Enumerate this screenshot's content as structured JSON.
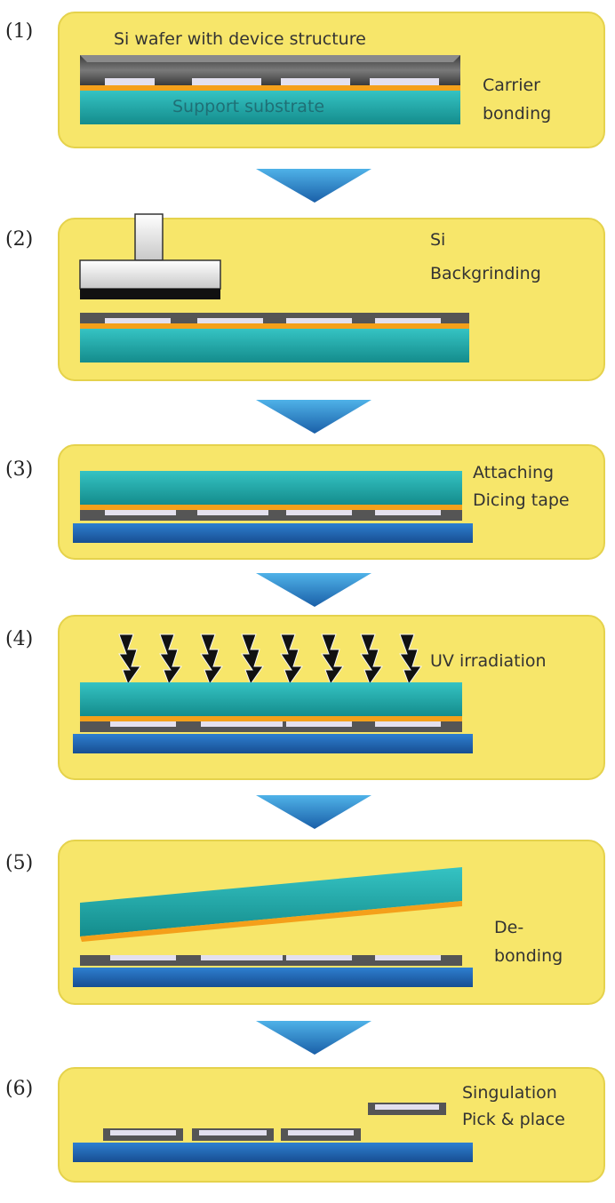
{
  "steps": [
    {
      "number": "(1)",
      "label_lines": [
        "Carrier",
        "bonding"
      ],
      "inner_labels": {
        "wafer": "Si wafer with device structure",
        "substrate": "Support substrate"
      }
    },
    {
      "number": "(2)",
      "label_lines": [
        "Si",
        "Backgrinding"
      ]
    },
    {
      "number": "(3)",
      "label_lines": [
        "Attaching",
        "Dicing tape"
      ]
    },
    {
      "number": "(4)",
      "label_lines": [
        "UV irradiation"
      ]
    },
    {
      "number": "(5)",
      "label_lines": [
        "De-",
        "bonding"
      ]
    },
    {
      "number": "(6)",
      "label_lines": [
        "Singulation",
        "Pick & place"
      ]
    }
  ],
  "colors": {
    "panel_fill": "#F7E66A",
    "panel_stroke": "#E5D24C",
    "substrate": "#1FA8A8",
    "adhesive": "#F4A01A",
    "wafer_gray": "#5A5A5A",
    "chip": "#E3E0EE",
    "dicing_tape": "#1F63B0",
    "arrow": "#1E7FC4",
    "uv_bolt": "#111111"
  }
}
